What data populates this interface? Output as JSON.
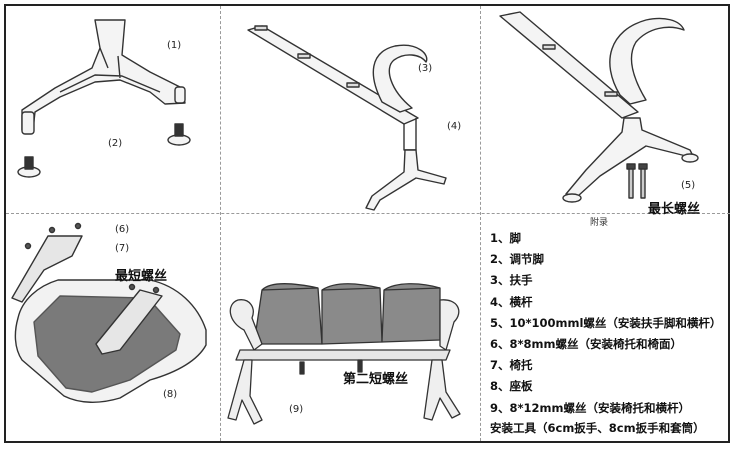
{
  "panels": {
    "p1": {
      "label_1": "(1)",
      "label_2": "(2)"
    },
    "p2": {
      "label_3": "(3)",
      "label_4": "(4)"
    },
    "p3": {
      "label_5": "(5)",
      "callout": "最长螺丝"
    },
    "p4": {
      "label_6": "(6)",
      "label_7": "(7)",
      "label_8": "(8)",
      "callout": "最短螺丝"
    },
    "p5": {
      "label_9": "(9)",
      "callout": "第二短螺丝"
    }
  },
  "appendix": {
    "title": "附录",
    "items": [
      "1、脚",
      "2、调节脚",
      "3、扶手",
      "4、横杆",
      "5、10*100mml螺丝（安装扶手脚和横杆）",
      "6、8*8mm螺丝（安装椅托和椅面）",
      "7、椅托",
      "8、座板",
      "9、8*12mm螺丝（安装椅托和横杆）"
    ],
    "tools": "安装工具（6cm扳手、8cm扳手和套筒）"
  }
}
